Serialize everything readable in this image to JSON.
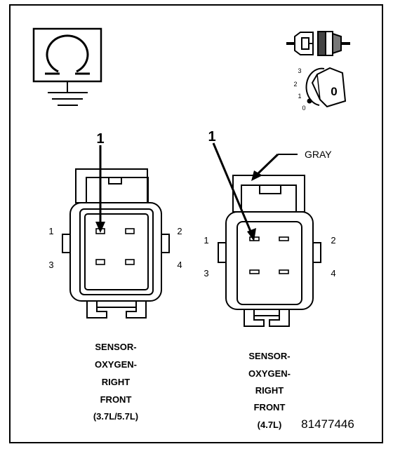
{
  "icons": {
    "top_left": "ohm-meter-ground-icon",
    "top_right_connector": "connector-disconnect-icon",
    "top_right_key": "ignition-key-off-icon"
  },
  "ignition_positions": [
    "3",
    "2",
    "1",
    "0"
  ],
  "ignition_key_label": "0",
  "left_connector": {
    "callout": "1",
    "pins": {
      "p1": "1",
      "p2": "2",
      "p3": "3",
      "p4": "4"
    },
    "caption": [
      "SENSOR-",
      "OXYGEN-",
      "RIGHT",
      "FRONT",
      "(3.7L/5.7L)"
    ]
  },
  "right_connector": {
    "callout": "1",
    "color_label": "GRAY",
    "pins": {
      "p1": "1",
      "p2": "2",
      "p3": "3",
      "p4": "4"
    },
    "caption": [
      "SENSOR-",
      "OXYGEN-",
      "RIGHT",
      "FRONT",
      "(4.7L)"
    ]
  },
  "figure_number": "81477446"
}
